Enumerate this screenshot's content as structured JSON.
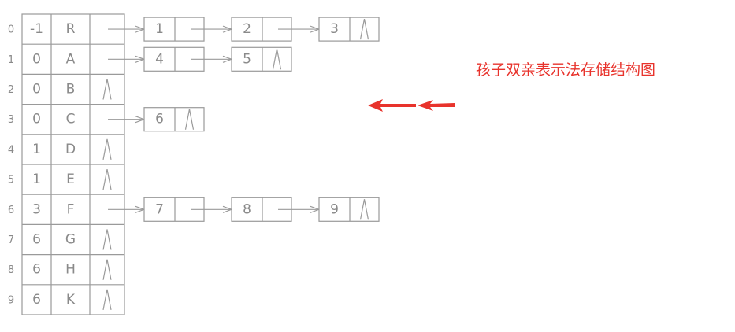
{
  "caption": "孩子双亲表示法存储结构图",
  "null_symbol": "Λ",
  "colors": {
    "line": "#9a9a9a",
    "text": "#8a8a8a",
    "caption": "#e8332c",
    "arrow": "#e8332c"
  },
  "table": {
    "rows": [
      {
        "index": "0",
        "parent": "-1",
        "data": "R",
        "children": [
          "1",
          "2",
          "3"
        ]
      },
      {
        "index": "1",
        "parent": "0",
        "data": "A",
        "children": [
          "4",
          "5"
        ]
      },
      {
        "index": "2",
        "parent": "0",
        "data": "B",
        "children": []
      },
      {
        "index": "3",
        "parent": "0",
        "data": "C",
        "children": [
          "6"
        ]
      },
      {
        "index": "4",
        "parent": "1",
        "data": "D",
        "children": []
      },
      {
        "index": "5",
        "parent": "1",
        "data": "E",
        "children": []
      },
      {
        "index": "6",
        "parent": "3",
        "data": "F",
        "children": [
          "7",
          "8",
          "9"
        ]
      },
      {
        "index": "7",
        "parent": "6",
        "data": "G",
        "children": []
      },
      {
        "index": "8",
        "parent": "6",
        "data": "H",
        "children": []
      },
      {
        "index": "9",
        "parent": "6",
        "data": "K",
        "children": []
      }
    ]
  }
}
